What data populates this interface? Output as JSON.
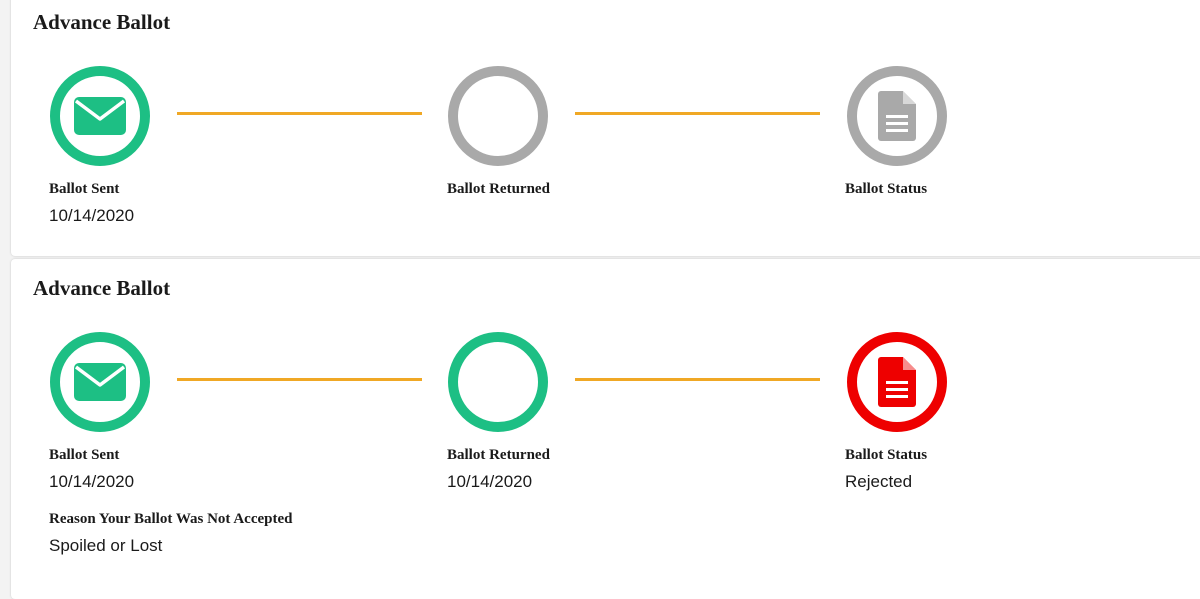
{
  "colors": {
    "complete": "#1dbf84",
    "pending": "#a9a9a9",
    "rejected": "#ee0000",
    "connector": "#f0a825"
  },
  "cards": [
    {
      "title": "Advance Ballot",
      "steps": [
        {
          "label": "Ballot Sent",
          "value": "10/14/2020",
          "icon": "envelope-icon",
          "state": "complete"
        },
        {
          "label": "Ballot Returned",
          "value": "",
          "icon": "empty-circle-icon",
          "state": "pending"
        },
        {
          "label": "Ballot Status",
          "value": "",
          "icon": "document-icon",
          "state": "pending"
        }
      ]
    },
    {
      "title": "Advance Ballot",
      "steps": [
        {
          "label": "Ballot Sent",
          "value": "10/14/2020",
          "icon": "envelope-icon",
          "state": "complete"
        },
        {
          "label": "Ballot Returned",
          "value": "10/14/2020",
          "icon": "empty-circle-icon",
          "state": "complete"
        },
        {
          "label": "Ballot Status",
          "value": "Rejected",
          "icon": "document-icon",
          "state": "rejected"
        }
      ],
      "reason": {
        "label": "Reason Your Ballot Was Not Accepted",
        "value": "Spoiled or Lost"
      }
    }
  ]
}
